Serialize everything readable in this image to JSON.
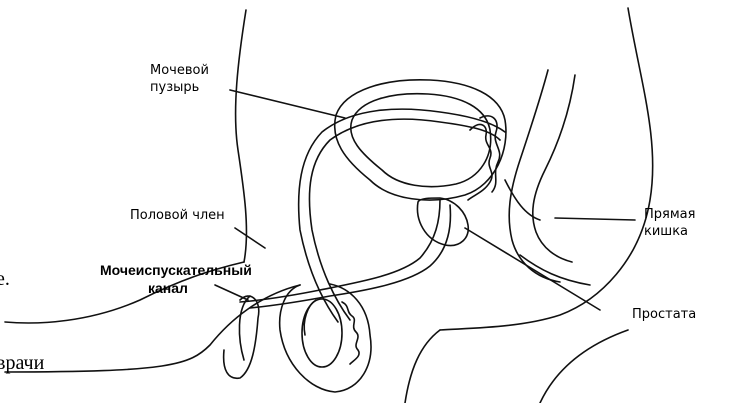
{
  "labels": {
    "bladder": "Мочевой\nпузырь",
    "penis": "Половой член",
    "urethra_line1": "Мочеиспускательный",
    "urethra_line2": "канал",
    "rectum": "Прямая\nкишка",
    "prostate": "Простата"
  },
  "fragments": {
    "left_letter": "е.",
    "bottom_word": "врачи"
  },
  "colors": {
    "line": "#111111",
    "text": "#000000",
    "background": "#ffffff"
  }
}
